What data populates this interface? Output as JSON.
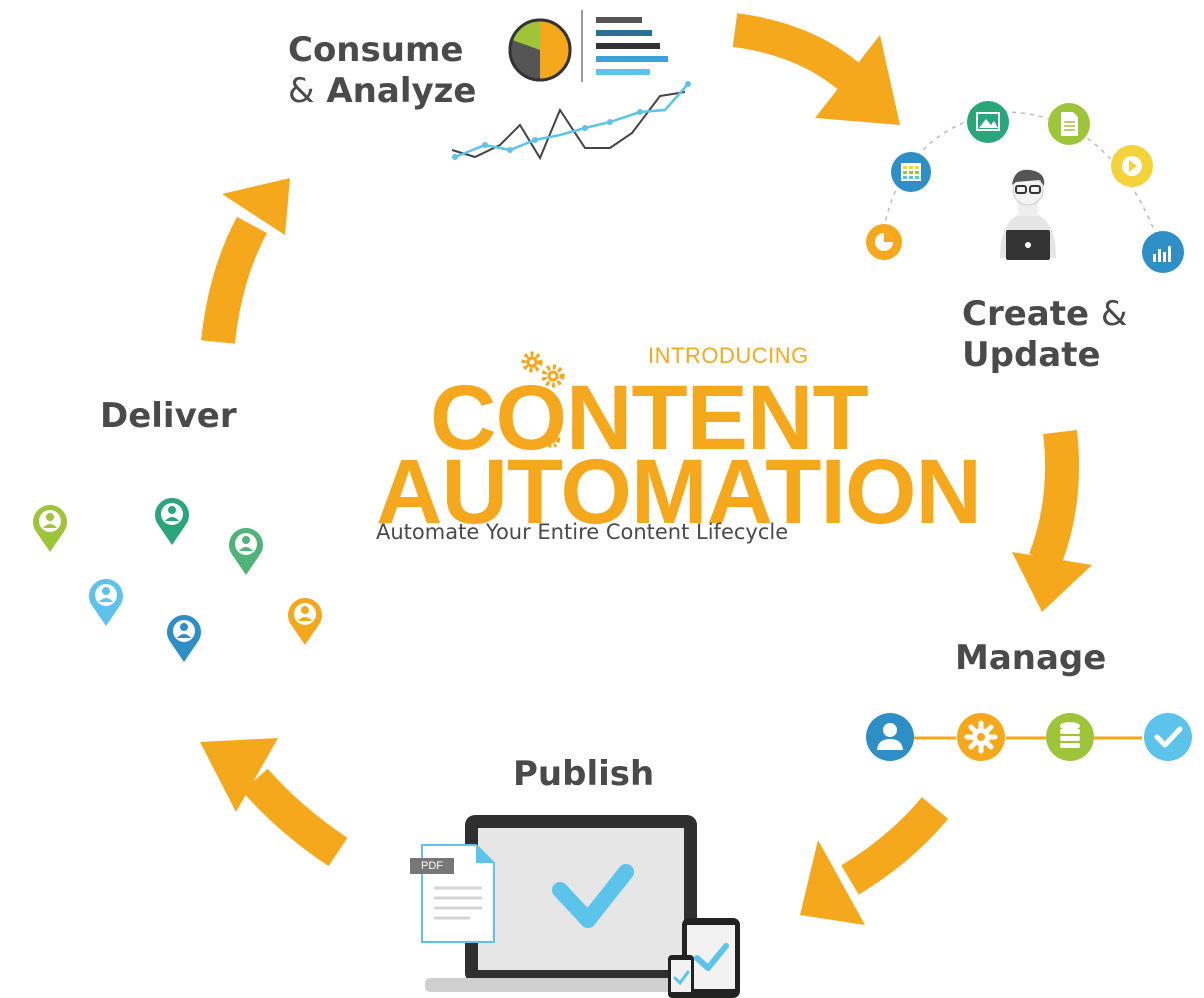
{
  "stages": {
    "consume": {
      "line1": "Consume",
      "amp": "&",
      "line2": "Analyze"
    },
    "create": {
      "line1": "Create",
      "amp": "&",
      "line2": "Update"
    },
    "manage": {
      "label": "Manage"
    },
    "publish": {
      "label": "Publish",
      "pdf_tag": "PDF"
    },
    "deliver": {
      "label": "Deliver"
    }
  },
  "center": {
    "intro": "INTRODUCING",
    "word1": "CONTENT",
    "word2": "AUTOMATION",
    "tagline": "Automate Your Entire Content Lifecycle"
  },
  "colors": {
    "accent": "#f5a81c",
    "text": "#4a4a4a",
    "blue": "#2e8fc6",
    "green": "#2aa67b",
    "lime": "#9ec43a",
    "yellow": "#f3d23a",
    "sky": "#5cc4ea"
  },
  "icons": {
    "create_ring": [
      "pie-chart-icon",
      "table-icon",
      "image-icon",
      "document-icon",
      "play-icon",
      "bar-chart-icon"
    ],
    "manage_chain": [
      "user-icon",
      "gear-icon",
      "database-icon",
      "checkmark-icon"
    ],
    "deliver_pins": [
      "location-pin-icon"
    ]
  }
}
